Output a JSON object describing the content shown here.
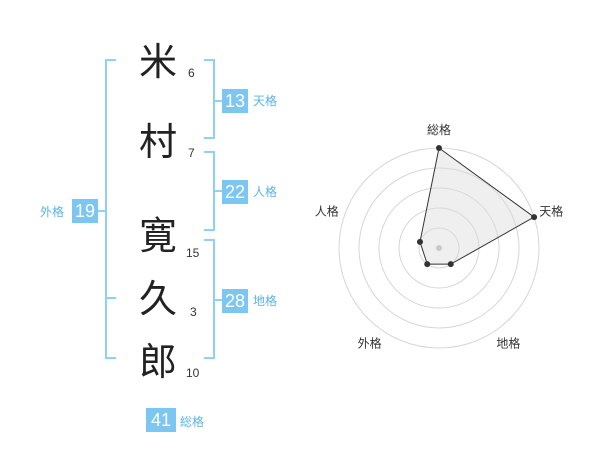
{
  "name_chars": [
    {
      "char": "米",
      "strokes": "6"
    },
    {
      "char": "村",
      "strokes": "7"
    },
    {
      "char": "寛",
      "strokes": "15"
    },
    {
      "char": "久",
      "strokes": "3"
    },
    {
      "char": "郎",
      "strokes": "10"
    }
  ],
  "fortunes": {
    "tenkaku": {
      "value": "13",
      "label": "天格"
    },
    "jinkaku": {
      "value": "22",
      "label": "人格"
    },
    "chikaku": {
      "value": "28",
      "label": "地格"
    },
    "gaikaku": {
      "value": "19",
      "label": "外格"
    },
    "soukaku": {
      "value": "41",
      "label": "総格"
    }
  },
  "colors": {
    "accent": "#7cc7f2",
    "label": "#5ab3e8",
    "bracket": "#8fd0f5"
  },
  "chart_data": {
    "type": "radar",
    "axes": [
      "総格",
      "天格",
      "地格",
      "外格",
      "人格"
    ],
    "values": [
      5,
      5,
      1,
      1,
      1
    ],
    "max": 5,
    "rings": 5
  }
}
